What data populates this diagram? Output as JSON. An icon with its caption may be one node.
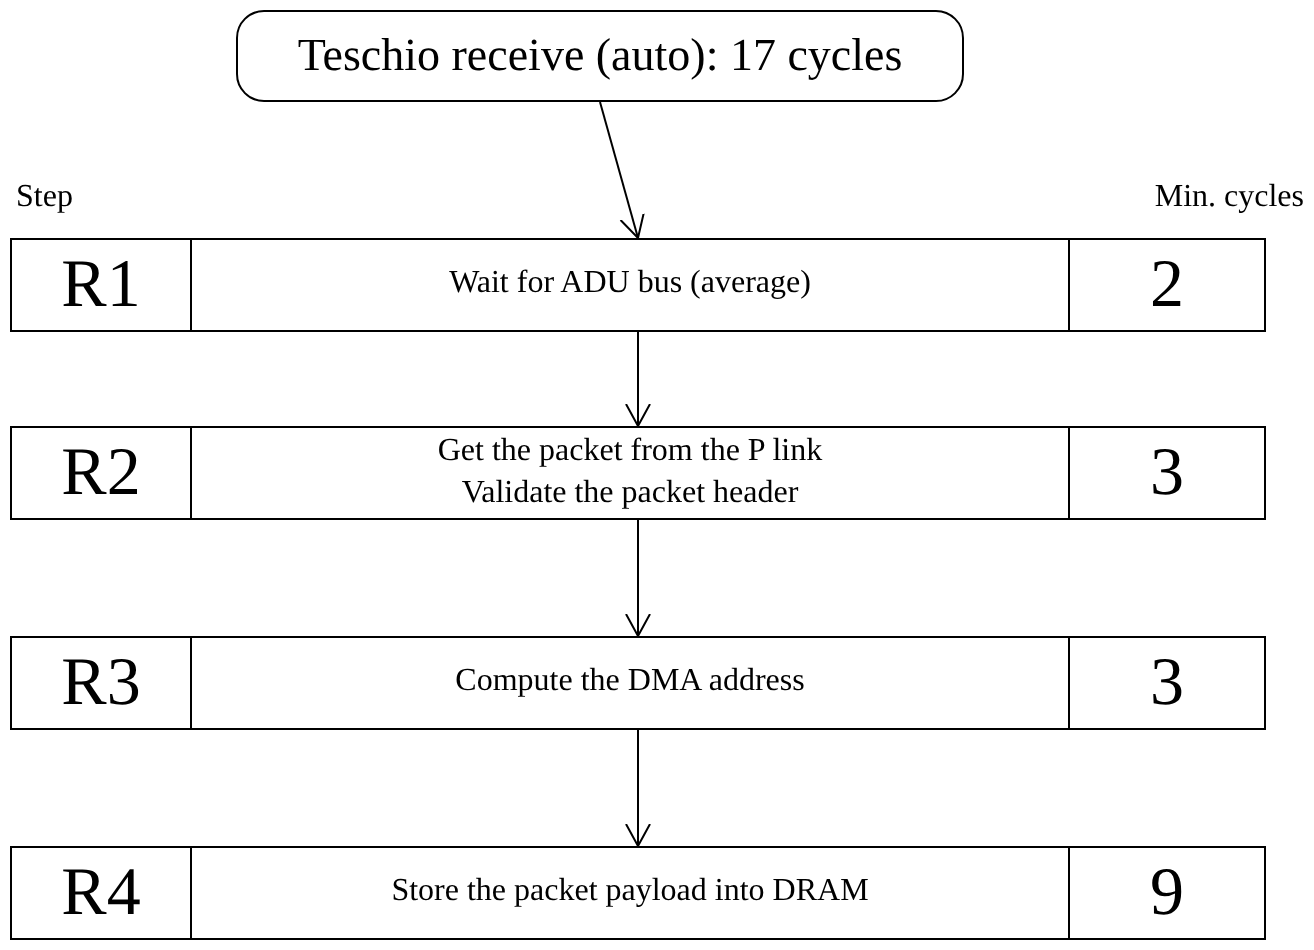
{
  "diagram": {
    "nodes": [
      {
        "text": [
          "Teschio receive (auto): 17 cycles"
        ]
      },
      {
        "text": [
          "R1",
          "Wait for ADU bus (average)",
          "2"
        ]
      },
      {
        "text": [
          "R2",
          "Get the packet from the P link",
          "Validate the packet header",
          "3"
        ]
      },
      {
        "text": [
          "R3",
          "Compute the DMA address",
          "3"
        ]
      },
      {
        "text": [
          "R4",
          "Store the packet payload into DRAM",
          "9"
        ]
      }
    ],
    "edges": [
      {
        "from": 0,
        "to": 1,
        "arrow": "to"
      },
      {
        "from": 1,
        "to": 2,
        "arrow": "to"
      },
      {
        "from": 2,
        "to": 3,
        "arrow": "to"
      },
      {
        "from": 3,
        "to": 4,
        "arrow": "to"
      }
    ],
    "labels": [
      "Step",
      "Min. cycles"
    ]
  }
}
